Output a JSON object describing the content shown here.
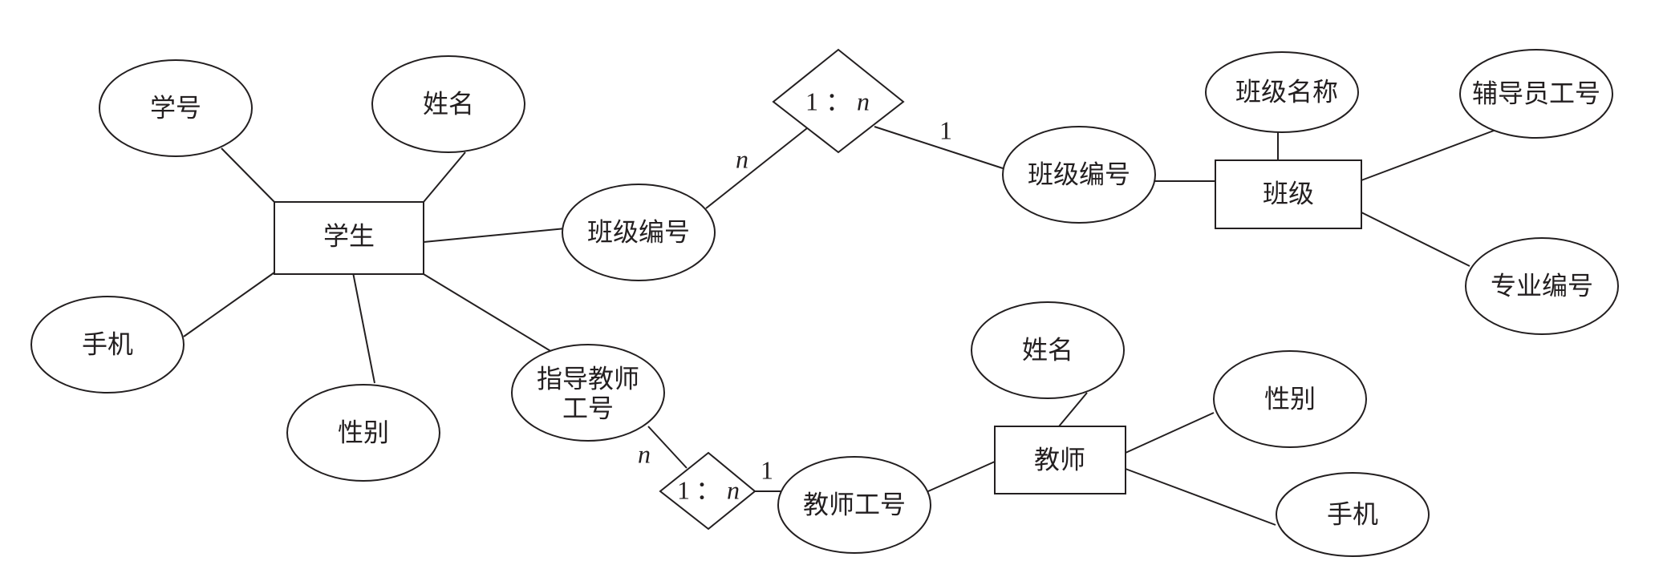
{
  "diagram": {
    "student": {
      "entity": "学生",
      "attrs": {
        "id": "学号",
        "name": "姓名",
        "phone": "手机",
        "gender": "性别"
      }
    },
    "student_class_fk": "班级编号",
    "advisor_fk": {
      "line1": "指导教师",
      "line2": "工号"
    },
    "rel_class": {
      "one": "1",
      "colon": "：",
      "n": "n",
      "card_n": "n",
      "card_1": "1"
    },
    "class": {
      "entity": "班级",
      "attrs": {
        "id": "班级编号",
        "name": "班级名称",
        "counselor": "辅导员工号",
        "major": "专业编号"
      }
    },
    "rel_teacher": {
      "one": "1",
      "colon": "：",
      "n": "n",
      "card_n": "n",
      "card_1": "1"
    },
    "teacher": {
      "entity": "教师",
      "attrs": {
        "id": "教师工号",
        "name": "姓名",
        "gender": "性别",
        "phone": "手机"
      }
    }
  }
}
